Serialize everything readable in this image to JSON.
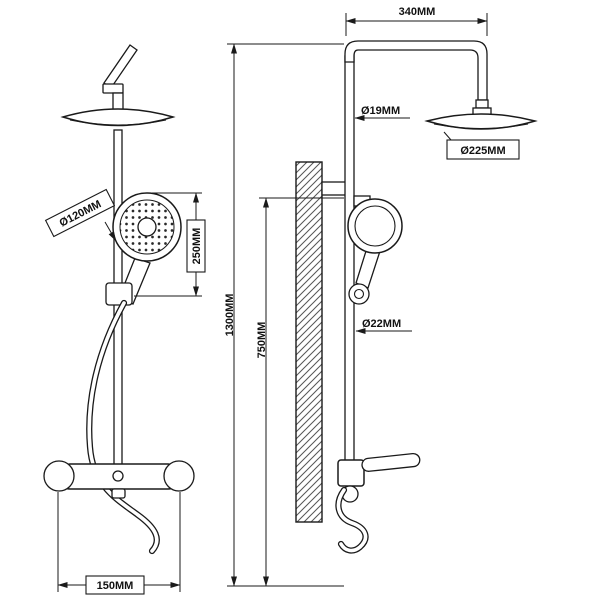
{
  "drawing": {
    "labels": {
      "arm_reach": "340MM",
      "pipe_diameter": "Ø19MM",
      "overhead_diameter": "Ø225MM",
      "handset_diameter": "Ø120MM",
      "handset_length": "250MM",
      "overall_height": "1300MM",
      "rail_height": "750MM",
      "riser_diameter": "Ø22MM",
      "valve_width": "150MM"
    },
    "colors": {
      "line": "#1a1a1a",
      "background": "#ffffff"
    }
  }
}
